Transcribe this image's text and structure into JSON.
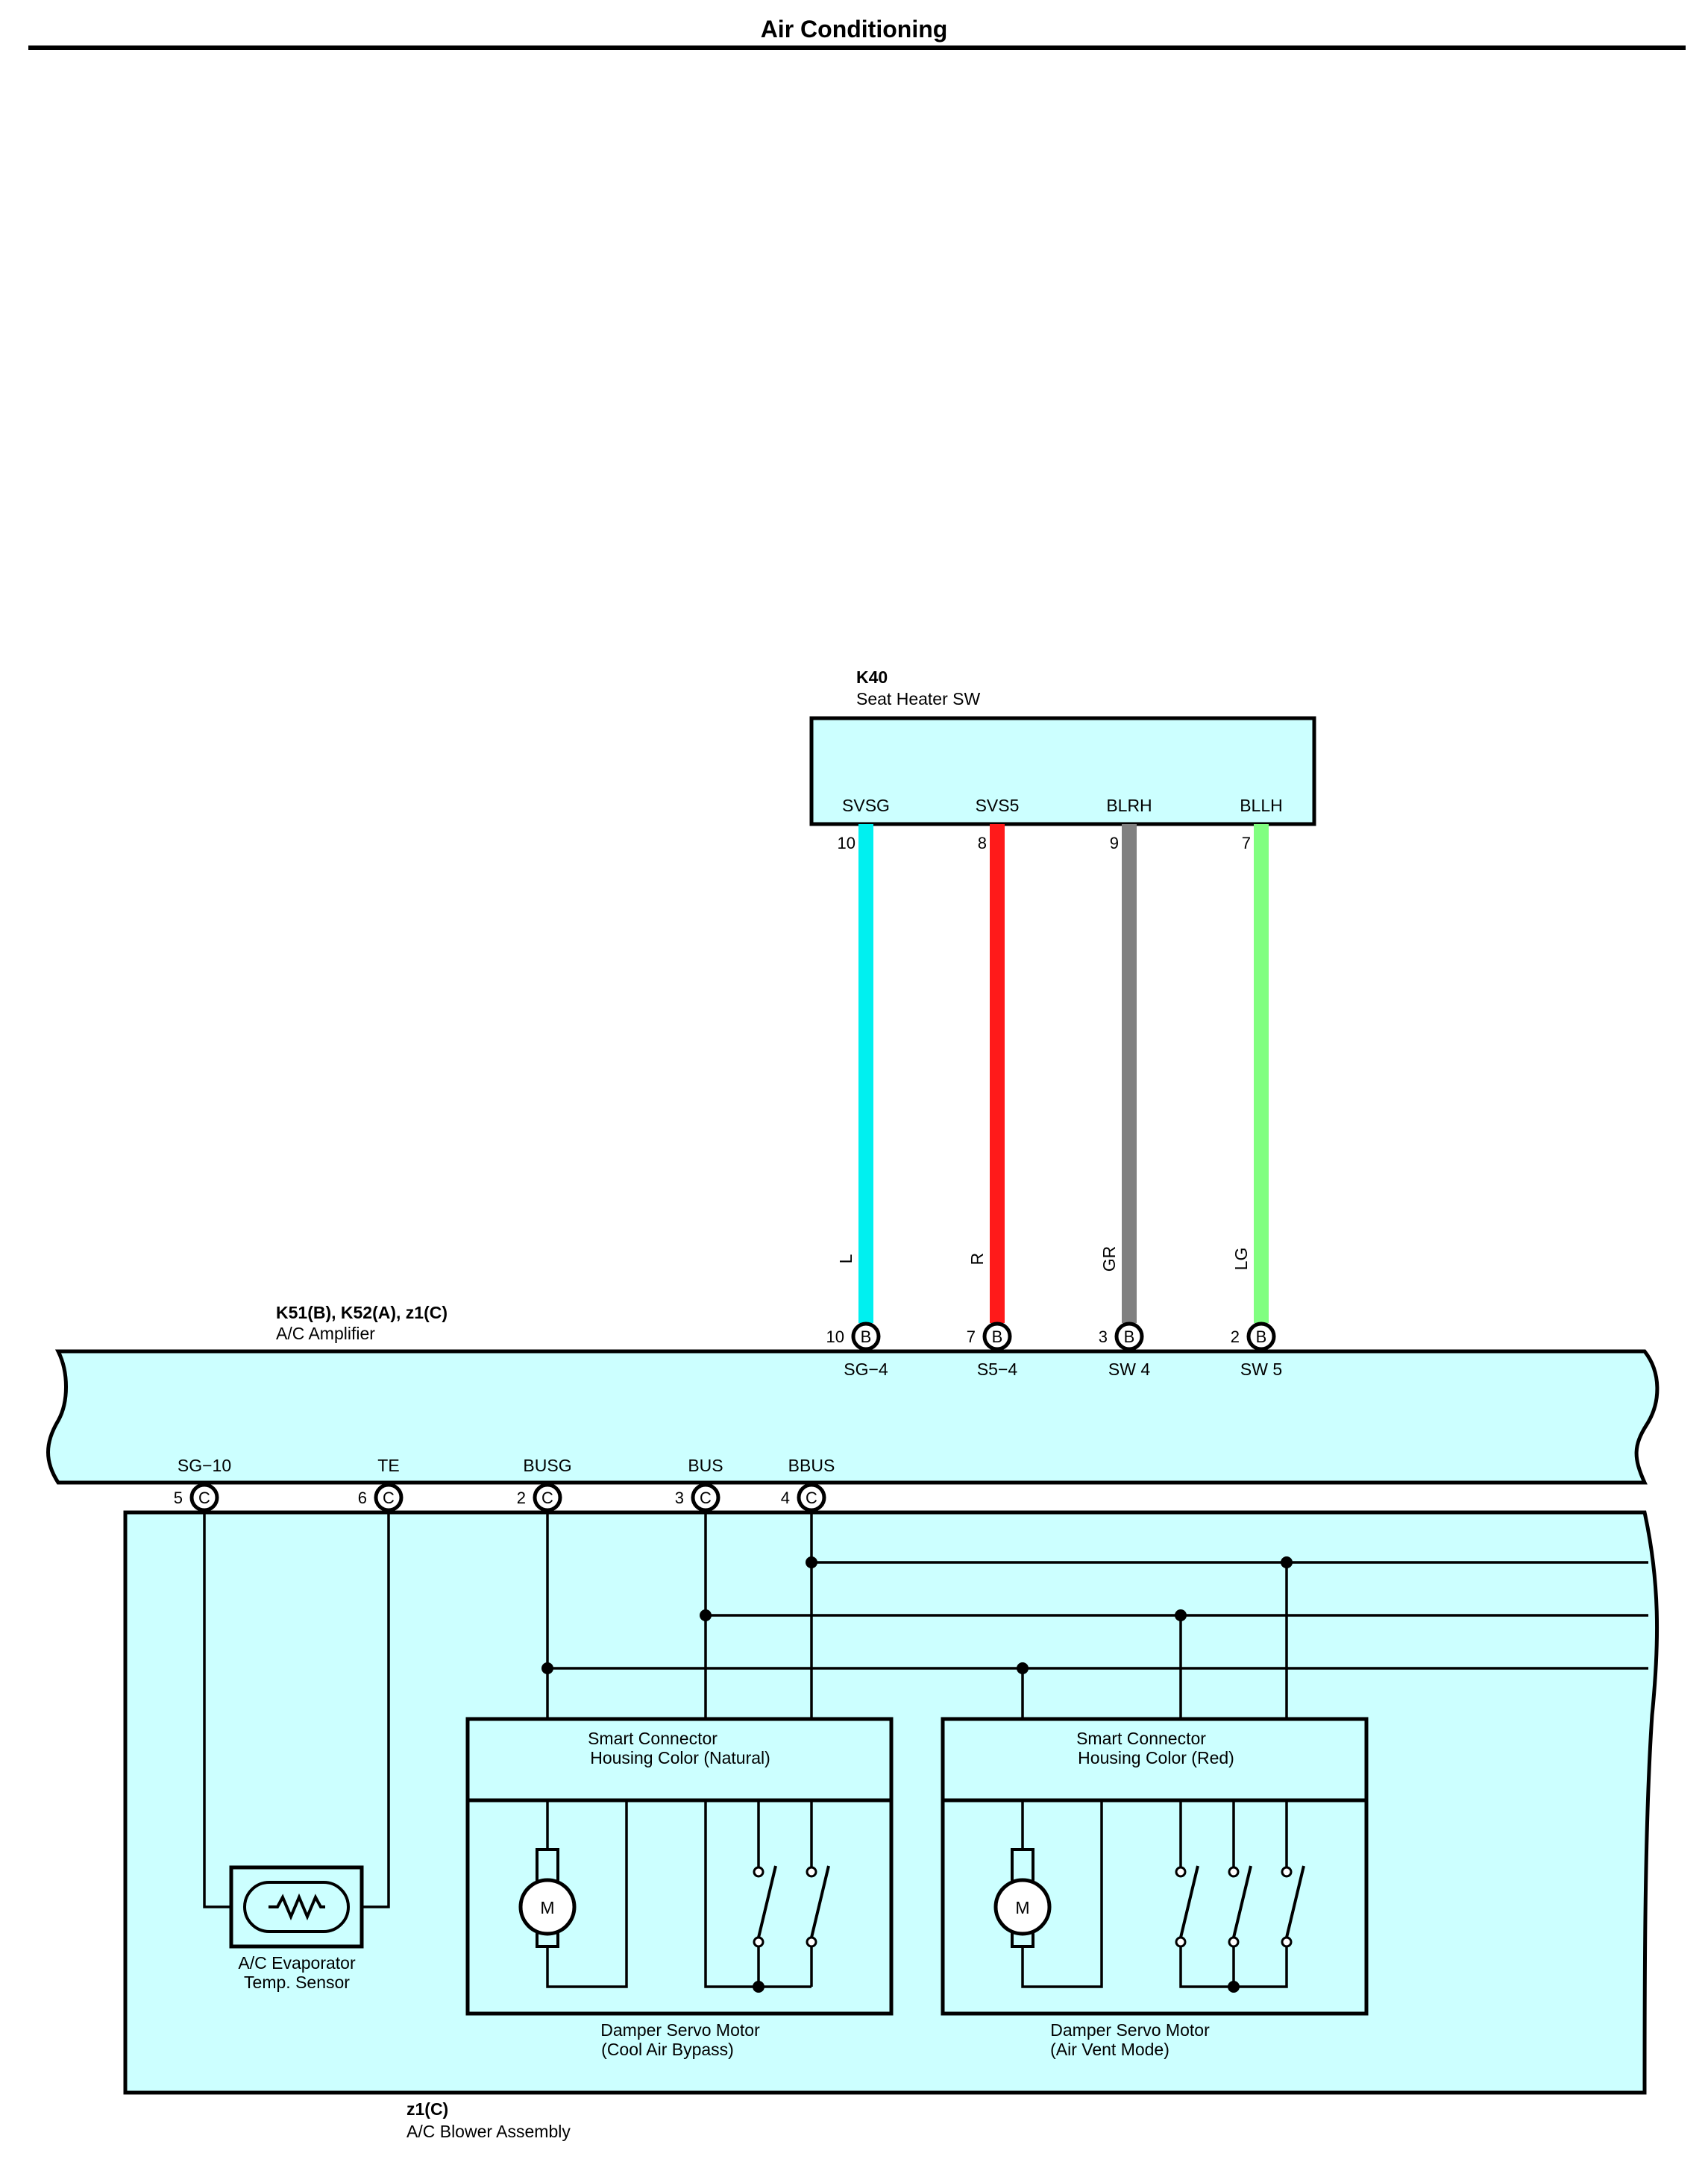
{
  "page": {
    "title": "Air Conditioning"
  },
  "k40": {
    "code": "K40",
    "name": "Seat Heater SW",
    "terminals": [
      {
        "name": "SVSG",
        "pin": "10",
        "wire": "L",
        "color": "#00f0f0",
        "amp_pin": "10",
        "amp_conn": "B",
        "amp_terminal": "SG−4"
      },
      {
        "name": "SVS5",
        "pin": "8",
        "wire": "R",
        "color": "#ff1a1a",
        "amp_pin": "7",
        "amp_conn": "B",
        "amp_terminal": "S5−4"
      },
      {
        "name": "BLRH",
        "pin": "9",
        "wire": "GR",
        "color": "#808080",
        "amp_pin": "3",
        "amp_conn": "B",
        "amp_terminal": "SW 4"
      },
      {
        "name": "BLLH",
        "pin": "7",
        "wire": "LG",
        "color": "#80ff80",
        "amp_pin": "2",
        "amp_conn": "B",
        "amp_terminal": "SW 5"
      }
    ]
  },
  "amplifier": {
    "code": "K51(B), K52(A), z1(C)",
    "name": "A/C Amplifier",
    "bottom_terminals": [
      {
        "name": "SG−10",
        "pin": "5",
        "conn": "C"
      },
      {
        "name": "TE",
        "pin": "6",
        "conn": "C"
      },
      {
        "name": "BUSG",
        "pin": "2",
        "conn": "C"
      },
      {
        "name": "BUS",
        "pin": "3",
        "conn": "C"
      },
      {
        "name": "BBUS",
        "pin": "4",
        "conn": "C"
      }
    ]
  },
  "blower": {
    "code": "z1(C)",
    "name": "A/C Blower Assembly",
    "sensor": {
      "line1": "A/C Evaporator",
      "line2": "Temp.  Sensor"
    },
    "smart_natural": {
      "line1": "Smart Connector",
      "line2": "Housing Color (Natural)",
      "motor_label": "M",
      "caption1": "Damper Servo Motor",
      "caption2": "(Cool Air Bypass)"
    },
    "smart_red": {
      "line1": "Smart Connector",
      "line2": "Housing Color (Red)",
      "motor_label": "M",
      "caption1": "Damper Servo Motor",
      "caption2": "(Air Vent Mode)"
    }
  }
}
